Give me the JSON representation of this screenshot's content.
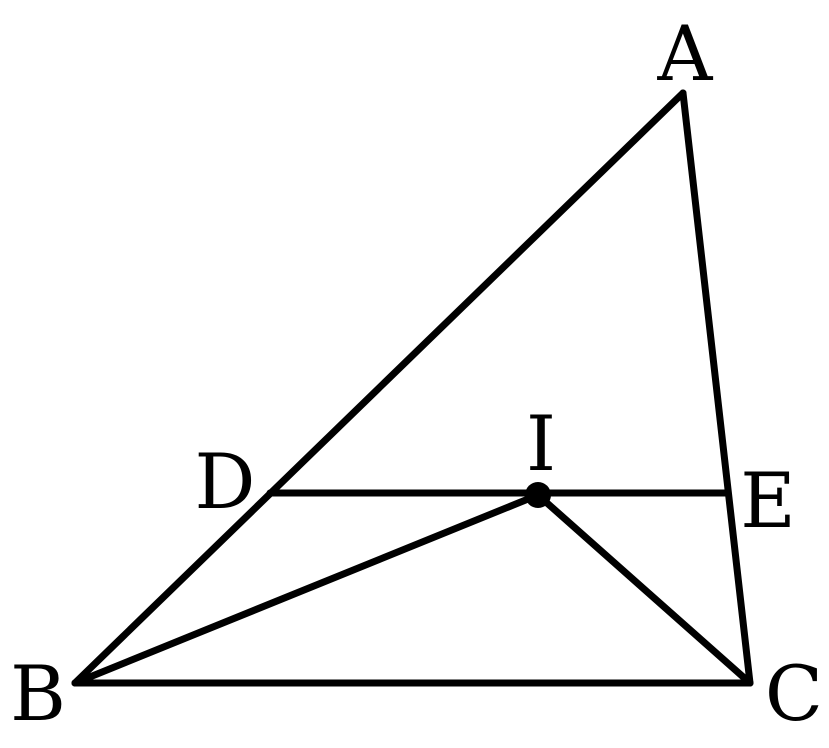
{
  "figure": {
    "stroke_color": "#000000",
    "background": "#ffffff",
    "points": {
      "A": "A",
      "B": "B",
      "C": "C",
      "D": "D",
      "E": "E",
      "I": "I"
    },
    "segments": [
      "AB",
      "AC",
      "BC",
      "DE",
      "BI",
      "CI"
    ],
    "marked_points": [
      "I"
    ]
  }
}
